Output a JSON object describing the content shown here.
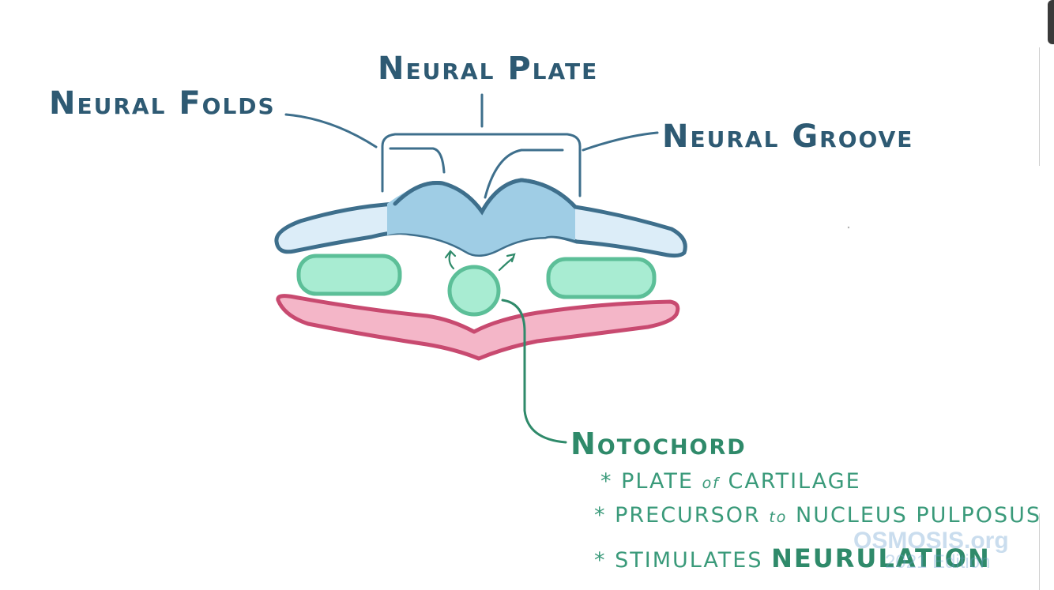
{
  "labels": {
    "neural_folds": "Neural Folds",
    "neural_plate": "Neural Plate",
    "neural_groove": "Neural Groove",
    "notochord": "Notochord"
  },
  "notochord_notes": [
    {
      "bullet": "*",
      "text_a": "Plate",
      "joiner": "of",
      "text_b": "Cartilage"
    },
    {
      "bullet": "*",
      "text_a": "Precursor",
      "joiner": "to",
      "text_b": "Nucleus Pulposus"
    },
    {
      "bullet": "*",
      "text_a": "Stimulates",
      "emphasis": "Neurulation"
    }
  ],
  "watermark": {
    "brand": "OSMOSIS.org",
    "edition": "2021 Edition"
  },
  "colors": {
    "label_blue": "#2e5a73",
    "label_green": "#2f8a6a",
    "ectoderm_fill": "#dcedf8",
    "neural_plate_fill": "#9fcde5",
    "outline_blue": "#3e6f8c",
    "mesoderm_fill": "#a8ecd2",
    "mesoderm_outline": "#5cbf98",
    "endoderm_fill": "#f4b6c8",
    "endoderm_outline": "#c84a70"
  }
}
